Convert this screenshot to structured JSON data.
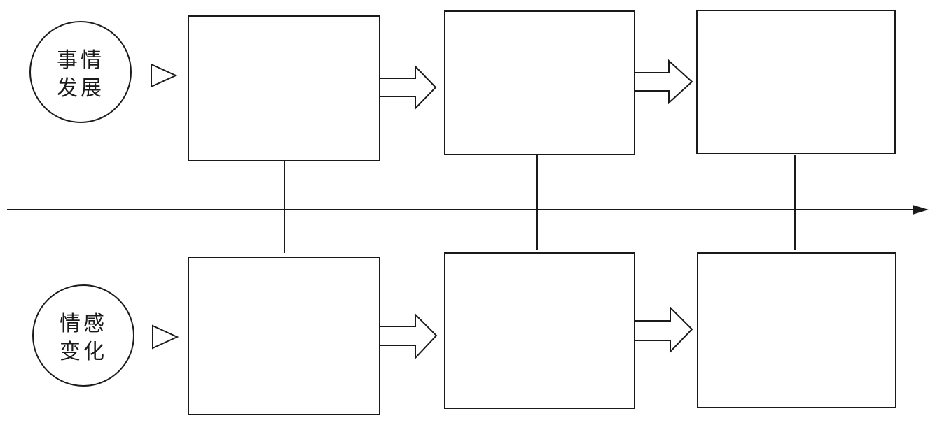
{
  "rows": [
    {
      "id": "event-development",
      "label_line1": "事情",
      "label_line2": "发展"
    },
    {
      "id": "emotion-change",
      "label_line1": "情感",
      "label_line2": "变化"
    }
  ],
  "colors": {
    "stroke": "#1a1a1a",
    "background": "#ffffff"
  },
  "icons": [
    "triangle-pointer-icon",
    "block-arrow-icon",
    "axis-arrow-icon"
  ]
}
